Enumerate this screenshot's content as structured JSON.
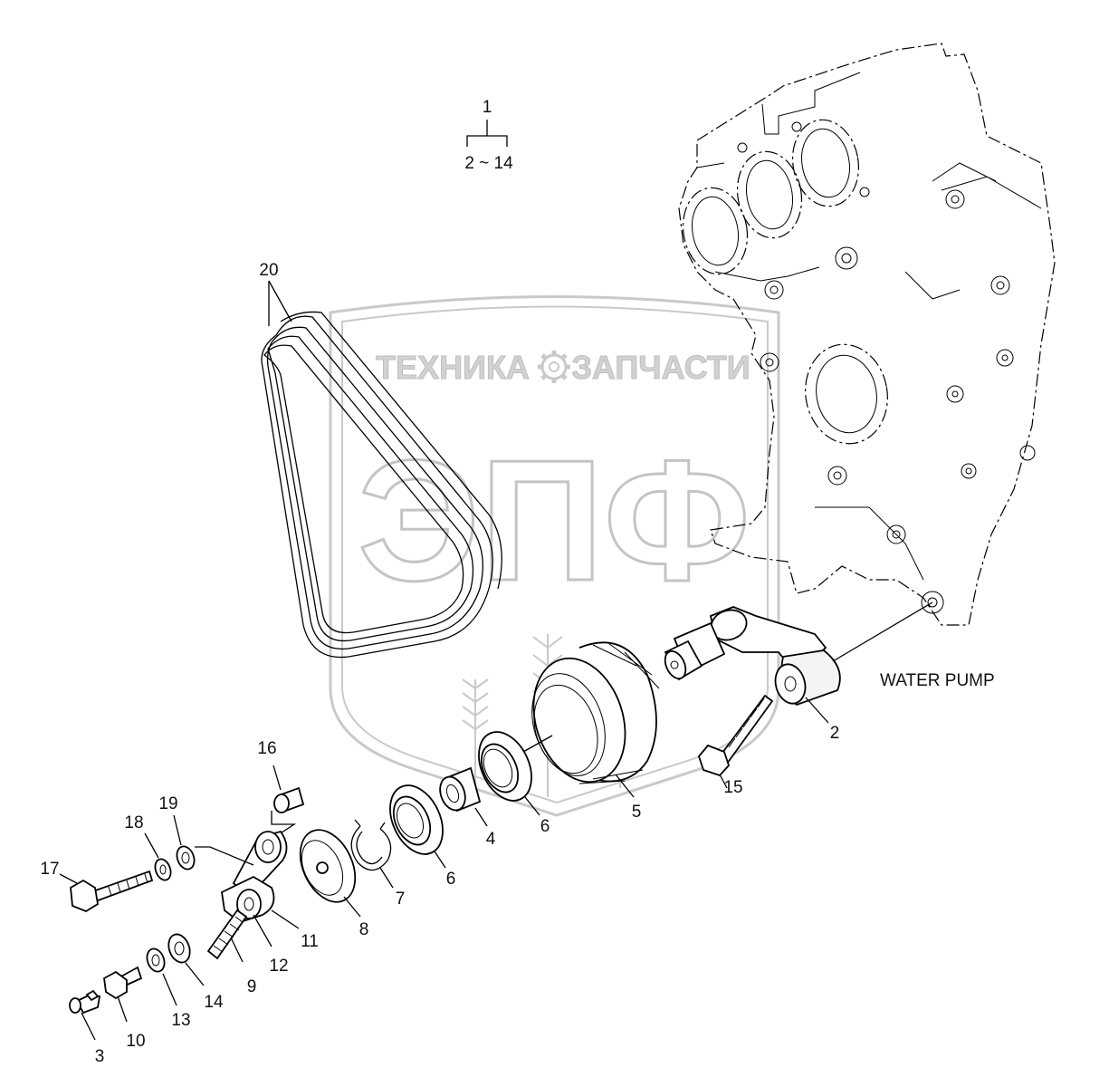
{
  "assembly": {
    "parent": "1",
    "range": "2 ~ 14"
  },
  "callouts": [
    "2",
    "3",
    "4",
    "5",
    "6",
    "6",
    "7",
    "8",
    "9",
    "10",
    "11",
    "12",
    "13",
    "14",
    "15",
    "16",
    "17",
    "18",
    "19",
    "20"
  ],
  "context_label": "WATER PUMP",
  "watermark": {
    "top_left": "ТЕХНИКА",
    "top_right": "ЗАПЧАСТИ",
    "big": "ЭПФ"
  }
}
